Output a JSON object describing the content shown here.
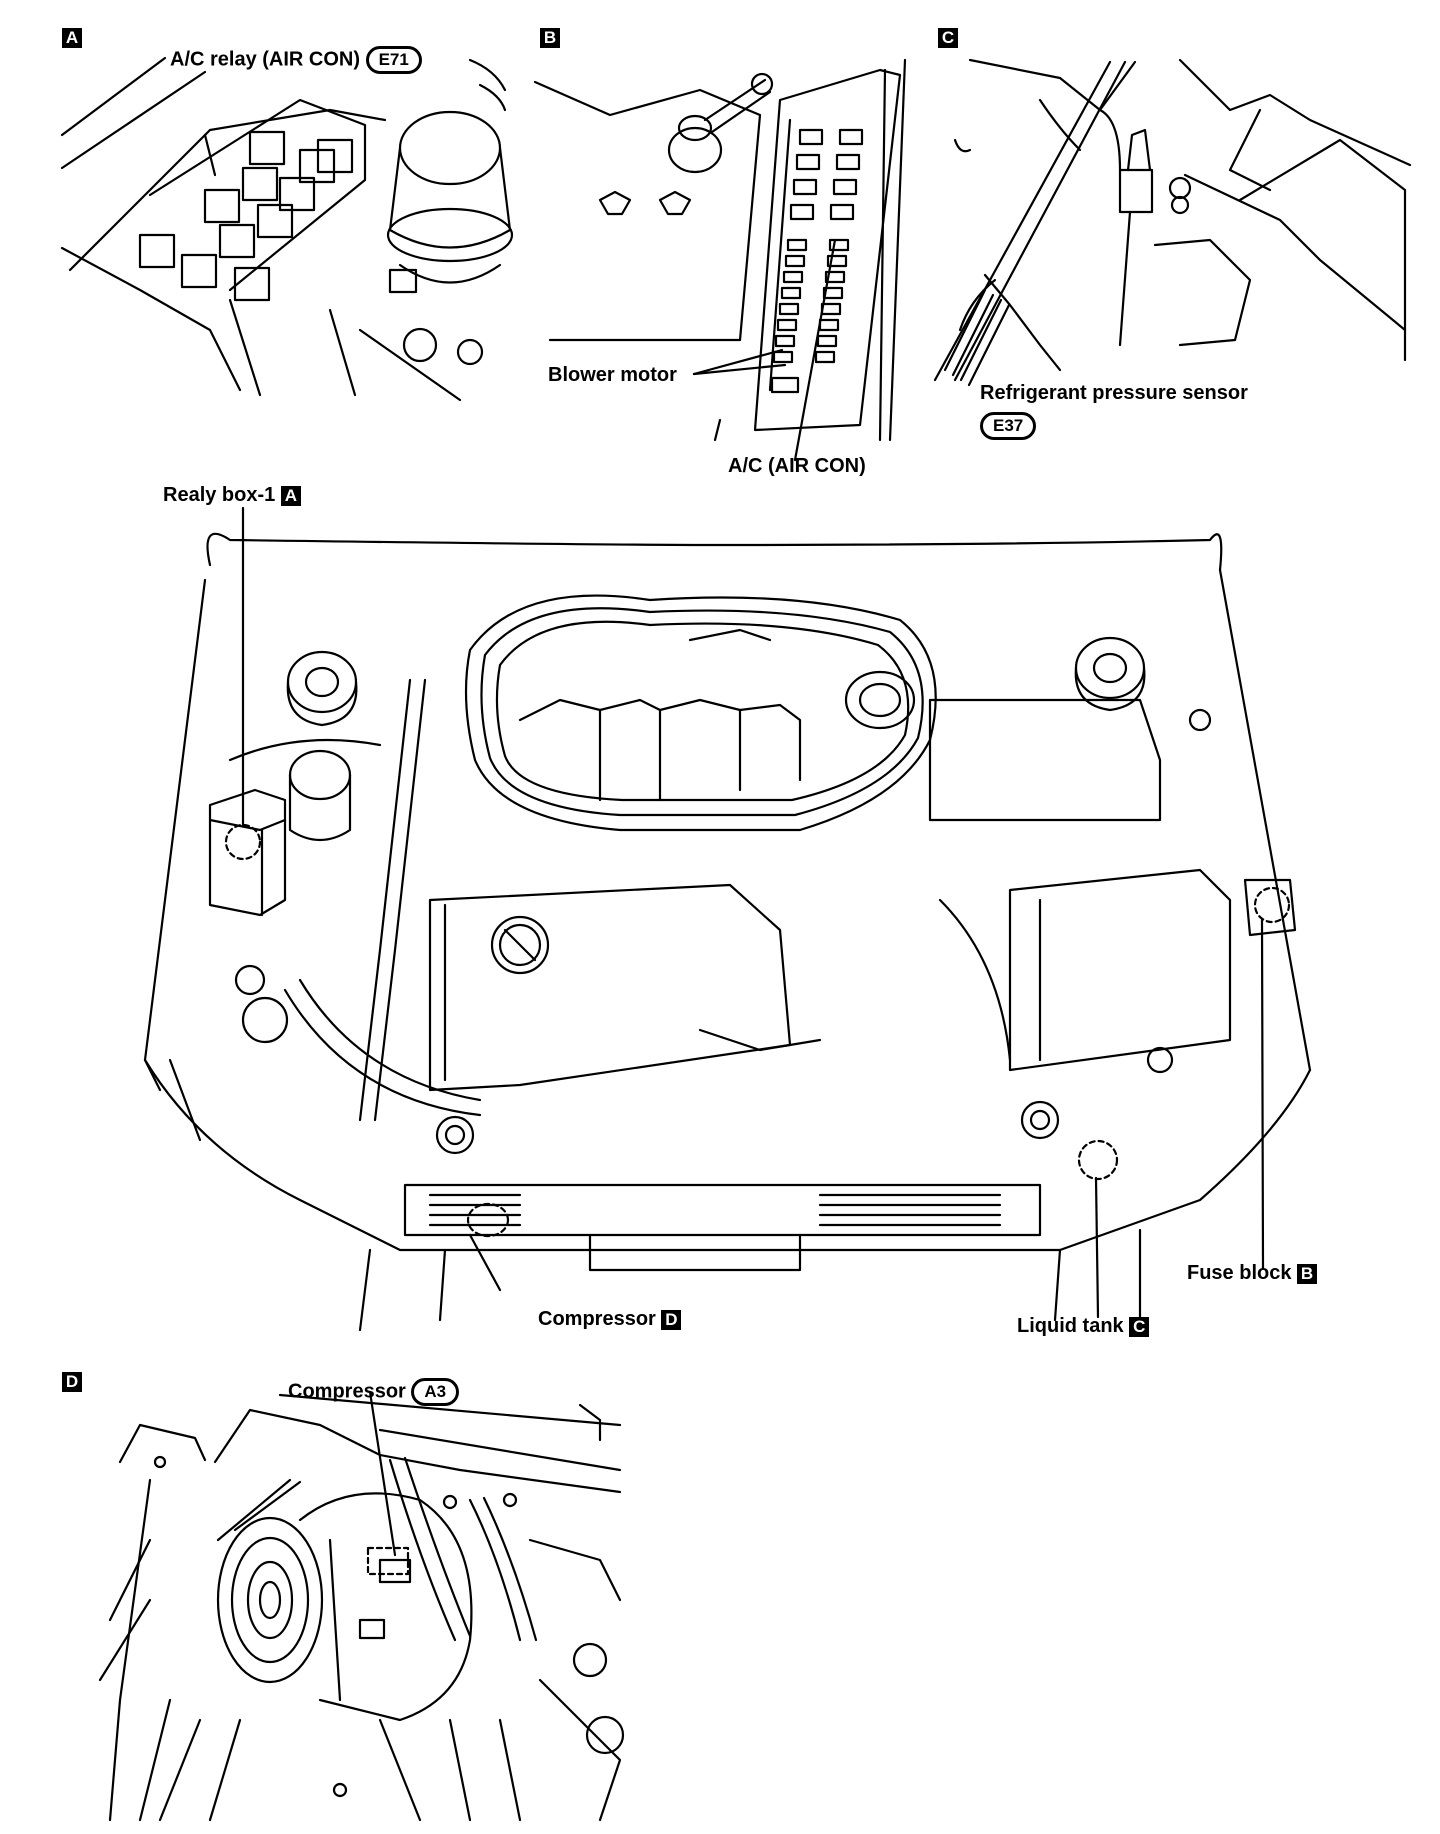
{
  "panels": {
    "a": {
      "tag": "A",
      "relay_label": "A/C relay (AIR CON)",
      "relay_connector": "E71"
    },
    "b": {
      "tag": "B",
      "blower_label": "Blower motor",
      "aircon_label": "A/C (AIR CON)"
    },
    "c": {
      "tag": "C",
      "sensor_label": "Refrigerant pressure sensor",
      "sensor_connector": "E37"
    },
    "d": {
      "tag": "D",
      "compressor_label": "Compressor",
      "compressor_connector": "A3"
    }
  },
  "main": {
    "relay_box_label": "Realy box-1",
    "relay_box_tag": "A",
    "compressor_label": "Compressor",
    "compressor_tag": "D",
    "liquid_tank_label": "Liquid tank",
    "liquid_tank_tag": "C",
    "fuse_block_label": "Fuse block",
    "fuse_block_tag": "B"
  }
}
